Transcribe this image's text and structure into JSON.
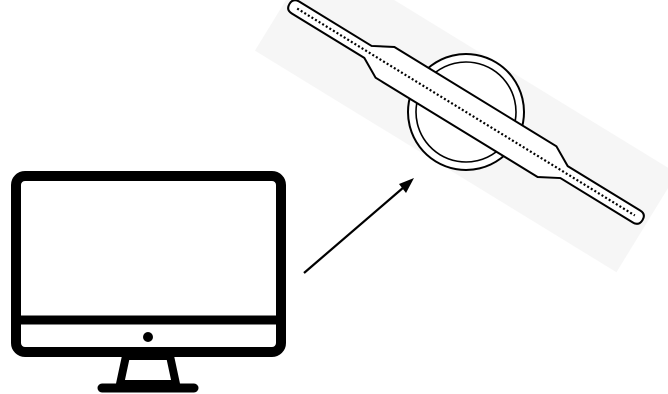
{
  "diagram": {
    "nodes": [
      {
        "id": "computer",
        "icon": "desktop-monitor-icon"
      },
      {
        "id": "device",
        "icon": "hologram-fan-icon"
      }
    ],
    "edges": [
      {
        "from": "computer",
        "to": "device",
        "style": "arrow"
      }
    ],
    "colors": {
      "stroke": "#000000",
      "background": "#ffffff",
      "device_shadow": "#f2f2f2"
    }
  }
}
